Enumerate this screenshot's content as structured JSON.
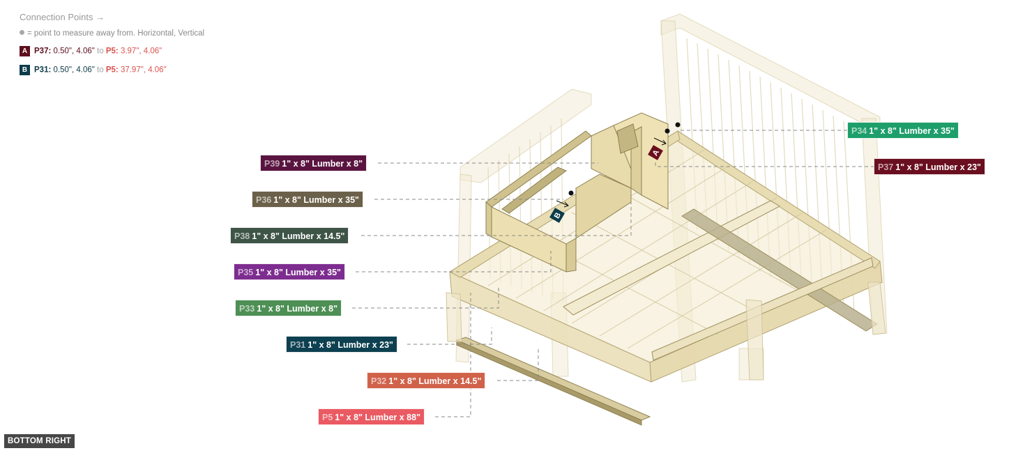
{
  "legend": {
    "title": "Connection Points →",
    "note": "= point to measure away from. Horizontal, Vertical",
    "connections": [
      {
        "badge": "A",
        "color": "#5e0f1e",
        "from_id": "P37:",
        "from_val": "0.50\", 4.06\"",
        "to_word": "to",
        "to_id": "P5:",
        "to_val": "3.97\", 4.06\"",
        "to_color": "#d9534f"
      },
      {
        "badge": "B",
        "color": "#0d3b4a",
        "from_id": "P31:",
        "from_val": "0.50\", 4.06\"",
        "to_word": "to",
        "to_id": "P5:",
        "to_val": "37.97\", 4.06\"",
        "to_color": "#d9534f"
      }
    ]
  },
  "labels": {
    "p34": {
      "id": "P34",
      "text": "1\" x 8\" Lumber x 35\"",
      "color": "#1d9e6b"
    },
    "p37": {
      "id": "P37",
      "text": "1\" x 8\" Lumber x 23\"",
      "color": "#6a0f1f"
    },
    "p39": {
      "id": "P39",
      "text": "1\" x 8\" Lumber x 8\"",
      "color": "#5a1440"
    },
    "p36": {
      "id": "P36",
      "text": "1\" x 8\" Lumber x 35\"",
      "color": "#6b6049"
    },
    "p38": {
      "id": "P38",
      "text": "1\" x 8\" Lumber x 14.5\"",
      "color": "#3d5447"
    },
    "p35": {
      "id": "P35",
      "text": "1\" x 8\" Lumber x 35\"",
      "color": "#7d2d8f"
    },
    "p33": {
      "id": "P33",
      "text": "1\" x 8\" Lumber x 8\"",
      "color": "#4d8f55"
    },
    "p31": {
      "id": "P31",
      "text": "1\" x 8\" Lumber x 23\"",
      "color": "#0d4050"
    },
    "p32": {
      "id": "P32",
      "text": "1\" x 8\" Lumber x 14.5\"",
      "color": "#d0624a"
    },
    "p5": {
      "id": "P5",
      "text": "1\" x 8\" Lumber x 88\"",
      "color": "#ea5a62"
    }
  },
  "markers": {
    "a": "A",
    "b": "B"
  },
  "view_tag": "BOTTOM RIGHT"
}
